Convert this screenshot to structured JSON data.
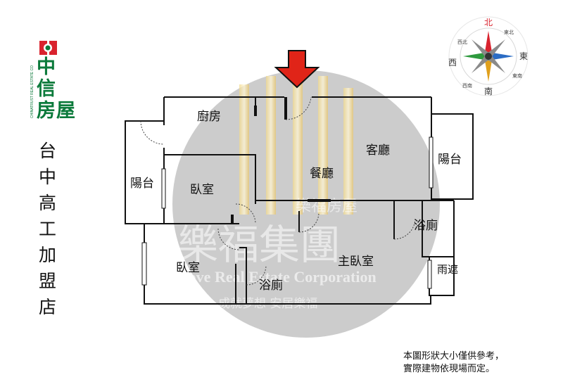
{
  "brand": {
    "name": "中信房屋",
    "english": "CHINATRUST REAL ESTATE CO",
    "logo_color": "#0b7a3b",
    "logo_accent": "#d9232e"
  },
  "store_name": "台中高工加盟店",
  "watermark": {
    "title": "樂福集團",
    "english": "Love Real Estate Corporation",
    "slogan": "成就夢想 安居樂福",
    "sub": "樂福房屋"
  },
  "rooms": {
    "kitchen": "廚房",
    "living_room": "客廳",
    "dining_room": "餐廳",
    "balcony_east": "陽台",
    "balcony_west": "陽台",
    "bedroom_1": "臥室",
    "bedroom_2": "臥室",
    "master_bedroom": "主臥室",
    "bathroom_1": "浴廁",
    "bathroom_2": "浴廁",
    "rain_shelter": "雨遮"
  },
  "compass": {
    "north": "北",
    "south": "南",
    "east": "東",
    "west": "西",
    "northeast": "東北",
    "northwest": "西北",
    "southeast": "東南",
    "southwest": "西南"
  },
  "entrance_marker_color": "#e02418",
  "disclaimer": {
    "line1": "本圖形狀大小僅供參考，",
    "line2": "實際建物依現場而定。"
  }
}
